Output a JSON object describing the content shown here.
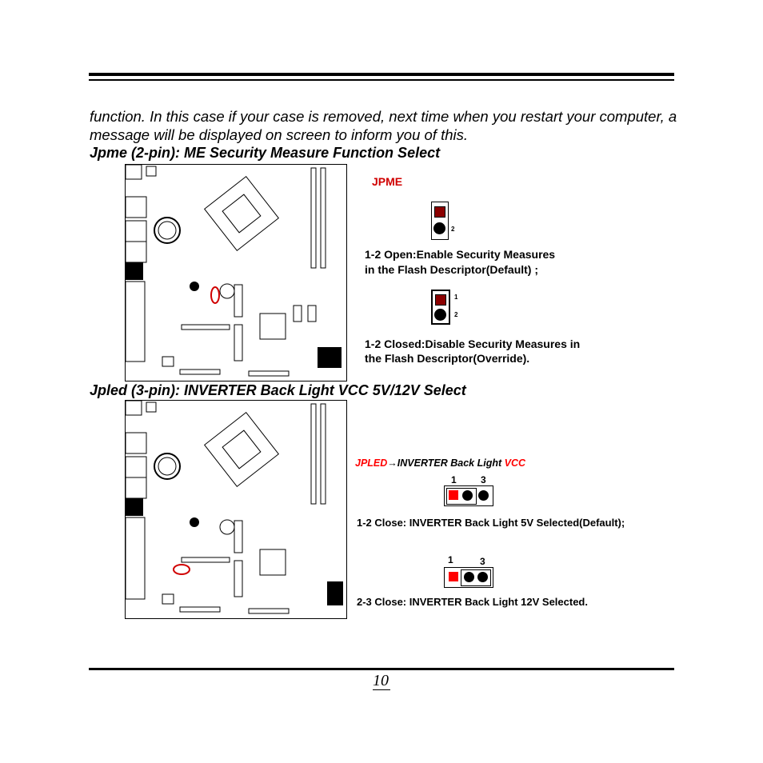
{
  "intro_text": "function. In this case if your case is removed, next time when you restart your computer, a message will be displayed on screen to inform you of this.",
  "jpme": {
    "heading": "Jpme (2-pin): ME Security Measure Function Select",
    "label": "JPME",
    "pin2": "2",
    "pin1b": "1",
    "pin2b": "2",
    "open_desc_1": "1-2 Open:Enable Security Measures",
    "open_desc_2": "in the Flash Descriptor(Default) ;",
    "closed_desc_1": "1-2 Closed:Disable Security Measures in",
    "closed_desc_2": "the Flash Descriptor(Override)."
  },
  "jpled": {
    "heading": "Jpled (3-pin): INVERTER Back Light VCC 5V/12V Select",
    "label_a": "JPLED",
    "label_arrow": "→",
    "label_b": "INVERTER Back Light ",
    "label_c": "VCC",
    "pin1": "1",
    "pin3": "3",
    "pin1b": "1",
    "pin3b": "3",
    "close12": "1-2 Close: INVERTER Back Light 5V Selected(Default);",
    "close23": "2-3 Close: INVERTER Back Light 12V Selected."
  },
  "page_number": "10",
  "colors": {
    "pin_red": "#ff0000",
    "pin_dark_red": "#8b0000",
    "highlight_ring": "#d00000"
  }
}
